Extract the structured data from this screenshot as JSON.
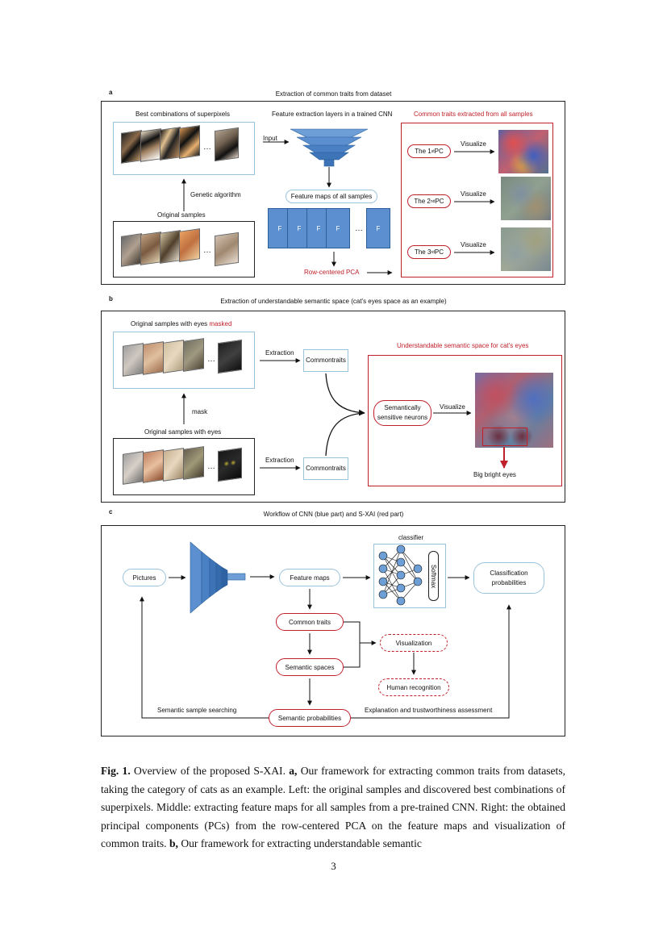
{
  "panel_a": {
    "letter": "a",
    "title": "Extraction of common traits from dataset",
    "best_combos_label": "Best combinations of superpixels",
    "genetic_algorithm": "Genetic algorithm",
    "original_samples": "Original samples",
    "input": "Input",
    "cnn_label": "Feature extraction layers in a trained CNN",
    "feature_maps_label": "Feature maps of all samples",
    "fmap_letter": "F",
    "row_pca": "Row-centered PCA",
    "common_traits_title": "Common traits extracted from all samples",
    "visualize": "Visualize",
    "pcs": [
      {
        "pre": "The 1",
        "sup": "st",
        "post": " PC"
      },
      {
        "pre": "The 2",
        "sup": "nd",
        "post": " PC"
      },
      {
        "pre": "The 3",
        "sup": "rd",
        "post": " PC"
      }
    ],
    "ellipsis": "…"
  },
  "panel_b": {
    "letter": "b",
    "title": "Extraction of understandable semantic space (cat's eyes space as an example)",
    "masked_prefix": "Original samples with eyes ",
    "masked_word": "masked",
    "mask": "mask",
    "with_eyes": "Original samples with eyes",
    "extraction": "Extraction",
    "common_traits_1": "Common",
    "common_traits_2": "traits",
    "space_title": "Understandable semantic space for cat's eyes",
    "sensitive_1": "Semantically",
    "sensitive_2": "sensitive neurons",
    "visualize": "Visualize",
    "big_eyes": "Big bright eyes",
    "ellipsis": "…"
  },
  "panel_c": {
    "letter": "c",
    "title": "Workflow of CNN (blue part) and S-XAI (red part)",
    "pictures": "Pictures",
    "feature_maps": "Feature maps",
    "classifier": "classifier",
    "softmax": "Softmax",
    "class_prob_1": "Classification",
    "class_prob_2": "probabilities",
    "common_traits": "Common traits",
    "visualization": "Visualization",
    "semantic_spaces": "Semantic spaces",
    "human_recognition": "Human recognition",
    "semantic_probabilities": "Semantic probabilities",
    "sample_searching": "Semantic sample searching",
    "explanation": "Explanation and trustworthiness assessment"
  },
  "caption": {
    "fig": "Fig. 1.",
    "s1": " Overview of the proposed S-XAI. ",
    "a": "a,",
    "s2": " Our framework for extracting common traits from datasets, taking the category of cats as an example. Left: the original samples and discovered best combinations of superpixels. Middle: extracting feature maps for all samples from a pre-trained CNN. Right: the obtained principal components (PCs) from the row-centered PCA on the feature maps and visualization of common traits. ",
    "b": "b,",
    "s3": " Our framework for extracting understandable semantic"
  },
  "page_number": "3"
}
